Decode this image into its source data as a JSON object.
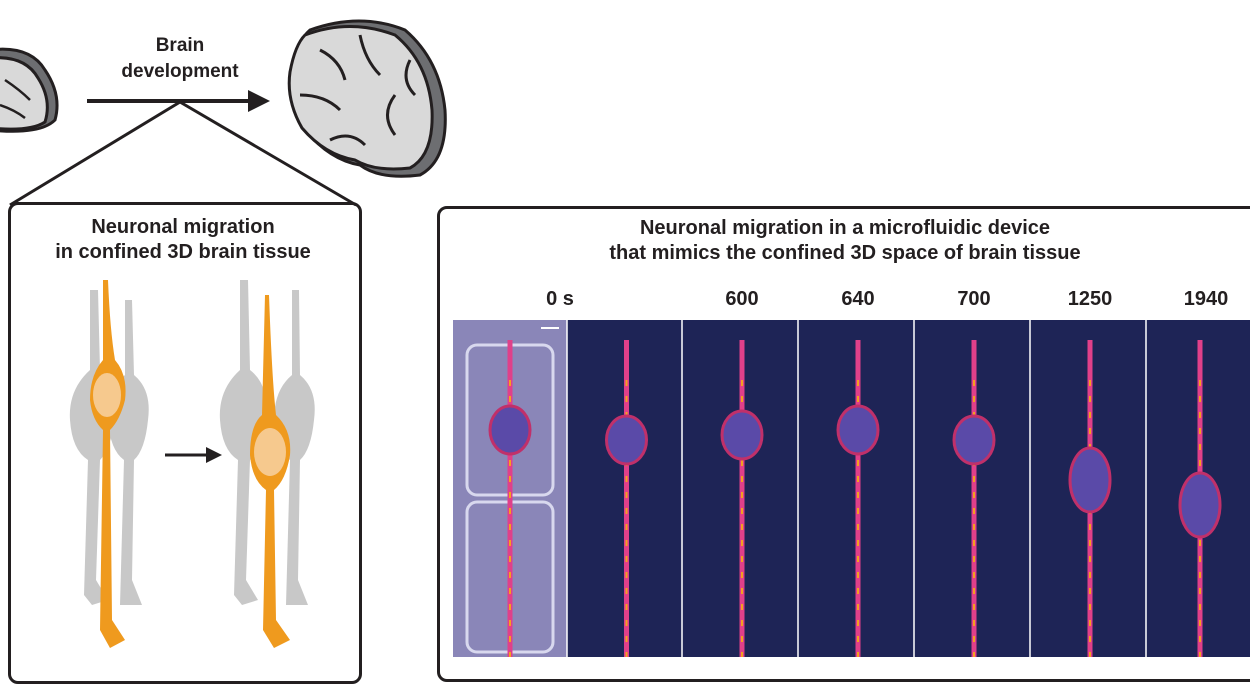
{
  "top": {
    "arrow_label_line1": "Brain",
    "arrow_label_line2": "development"
  },
  "left_panel": {
    "title_line1": "Neuronal migration",
    "title_line2": "in confined 3D brain tissue"
  },
  "right_panel": {
    "title_line1": "Neuronal migration in a microfluidic device",
    "title_line2": "that mimics the confined 3D space of brain tissue",
    "time_labels": [
      "0 s",
      "600",
      "640",
      "700",
      "1250",
      "1940"
    ]
  },
  "colors": {
    "neuron": "#ef9a1e",
    "soma": "#f6c98e",
    "gray_neuron": "#c8c8c8",
    "image_bg": "#1e2456",
    "outline": "#231f20"
  }
}
